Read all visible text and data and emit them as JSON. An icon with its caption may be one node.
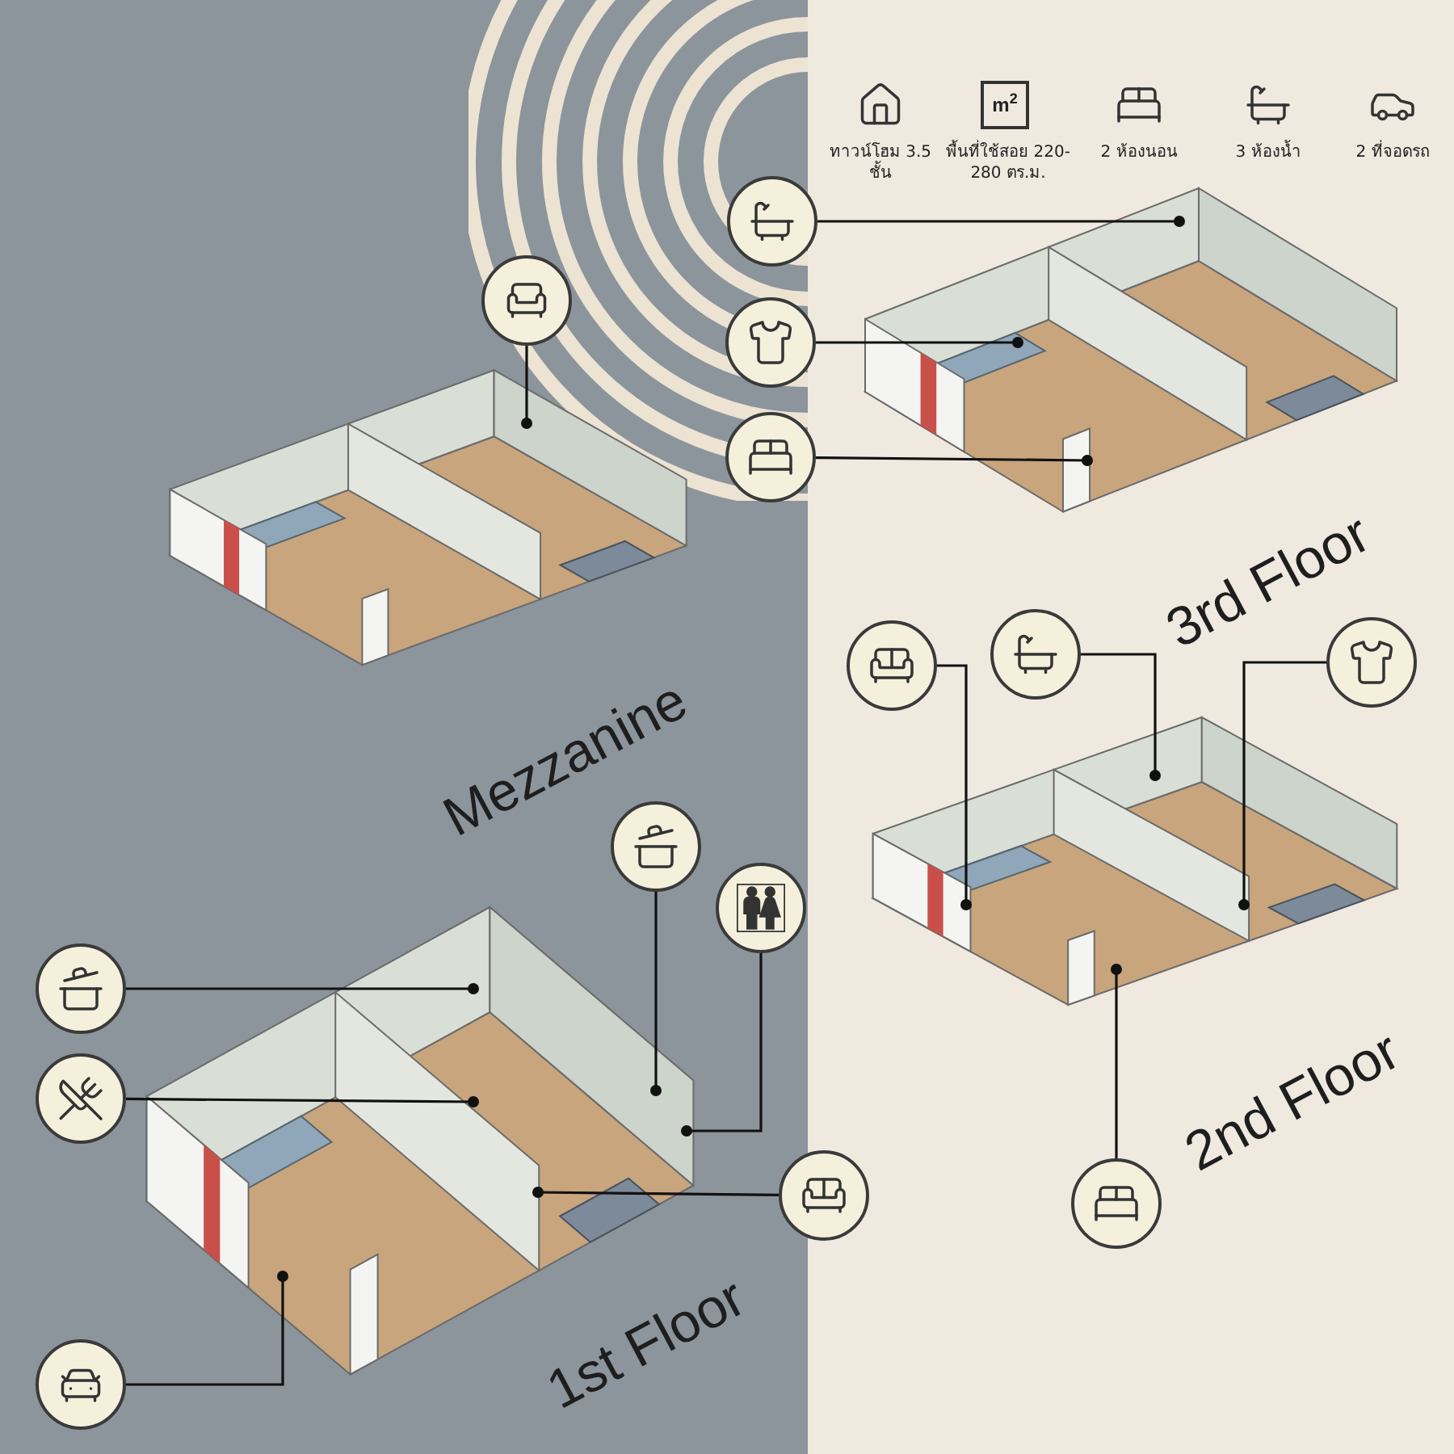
{
  "diagram": {
    "nodes": [
      {
        "text": [],
        "shape": "picture",
        "beside": [
          "3rd Floor"
        ]
      },
      {
        "text": [],
        "shape": "circle"
      },
      {
        "text": [],
        "shape": "circle"
      },
      {
        "text": [],
        "shape": "circle"
      },
      {
        "text": [],
        "shape": "picture",
        "beside": [
          "Mezzanine"
        ]
      },
      {
        "text": [],
        "shape": "circle"
      },
      {
        "text": [],
        "shape": "picture",
        "beside": [
          "1st Floor"
        ]
      },
      {
        "text": [],
        "shape": "circle"
      },
      {
        "text": [],
        "shape": "circle"
      },
      {
        "text": [],
        "shape": "circle"
      },
      {
        "text": [],
        "shape": "circle"
      },
      {
        "text": [],
        "shape": "circle"
      },
      {
        "text": [],
        "shape": "circle"
      },
      {
        "text": [],
        "shape": "picture",
        "beside": [
          "2nd Floor"
        ]
      },
      {
        "text": [],
        "shape": "circle"
      },
      {
        "text": [],
        "shape": "circle"
      },
      {
        "text": [],
        "shape": "circle"
      },
      {
        "text": [],
        "shape": "circle"
      }
    ],
    "edges": [
      {
        "from": 1,
        "to": 0,
        "arrow": "other"
      },
      {
        "from": 2,
        "to": 0,
        "arrow": "other"
      },
      {
        "from": 3,
        "to": 0,
        "arrow": "other"
      },
      {
        "from": 5,
        "to": 4,
        "arrow": "other"
      },
      {
        "from": 7,
        "to": 6,
        "arrow": "other"
      },
      {
        "from": 8,
        "to": 6,
        "arrow": "other"
      },
      {
        "from": 9,
        "to": 6,
        "arrow": "other"
      },
      {
        "from": 10,
        "to": 6,
        "arrow": "other"
      },
      {
        "from": 11,
        "to": 6,
        "arrow": "other"
      },
      {
        "from": 12,
        "to": 6,
        "arrow": "other"
      },
      {
        "from": 14,
        "to": 13,
        "arrow": "other"
      },
      {
        "from": 15,
        "to": 13,
        "arrow": "other"
      },
      {
        "from": 16,
        "to": 13,
        "arrow": "other"
      },
      {
        "from": 17,
        "to": 13,
        "arrow": "other"
      }
    ],
    "labels": [
      "ทาวน์โฮม 3.5 ชั้น",
      "m$^{2}$",
      "พื้นที่ใช้สอย 220-280 ตร.ม.",
      "2 ห้องนอน",
      "3 ห้องน้ำ",
      "2 ที่จอดรถ"
    ]
  }
}
